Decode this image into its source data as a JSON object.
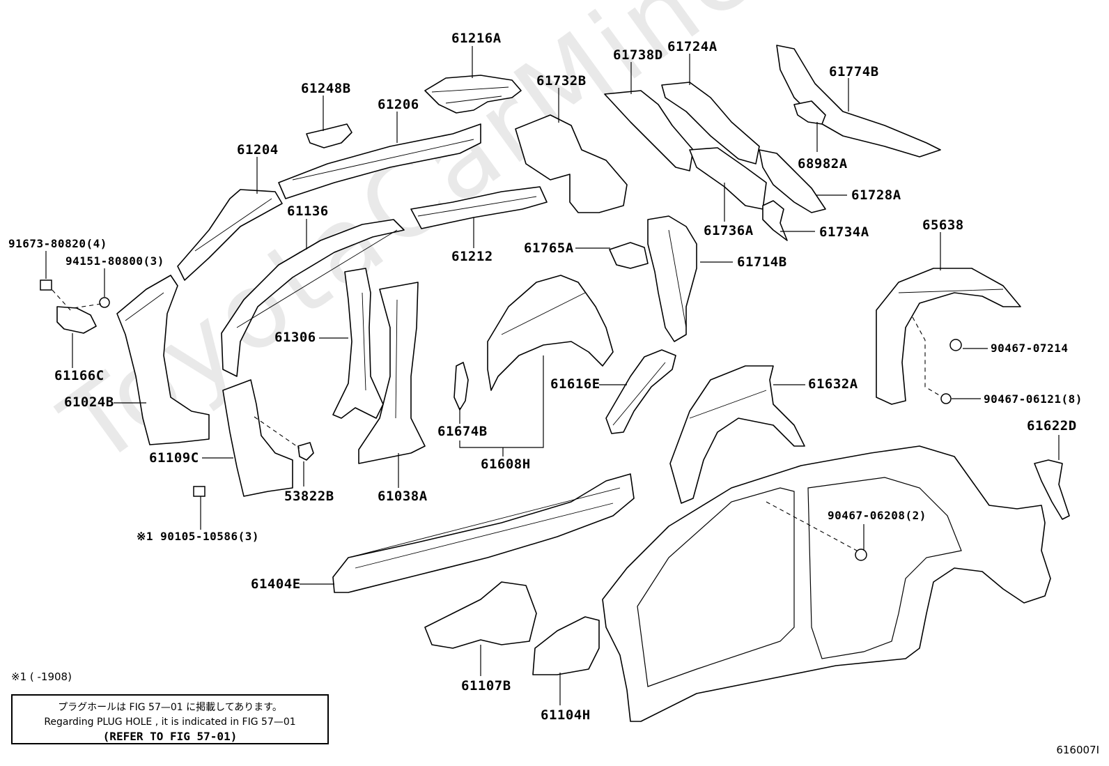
{
  "watermark": "ToyotaCarMine.ru",
  "figure_id": "616007I",
  "footnote": "※1 (        -1908)",
  "note": {
    "line_jp": "プラグホールは FIG 57—01 に掲載してあります。",
    "line_en": "Regarding  PLUG  HOLE , it is indicated in FIG  57—01",
    "line_ref": "(REFER TO FIG 57-01)"
  },
  "labels": {
    "p61216A": "61216A",
    "p61248B": "61248B",
    "p61206": "61206",
    "p61204": "61204",
    "p61732B": "61732B",
    "p61738D": "61738D",
    "p61724A": "61724A",
    "p61774B": "61774B",
    "p68982A": "68982A",
    "p61728A": "61728A",
    "p61736A": "61736A",
    "p61734A": "61734A",
    "p65638": "65638",
    "p91673": "91673-80820(4)",
    "p94151": "94151-80800(3)",
    "p61136": "61136",
    "p61212": "61212",
    "p61765A": "61765A",
    "p61714B": "61714B",
    "p90467_07214": "90467-07214",
    "p90467_06121": "90467-06121(8)",
    "p61166C": "61166C",
    "p61306": "61306",
    "p61616E": "61616E",
    "p61632A": "61632A",
    "p61622D": "61622D",
    "p61024B": "61024B",
    "p61674B": "61674B",
    "p61608H": "61608H",
    "p61109C": "61109C",
    "p53822B": "53822B",
    "p61038A": "61038A",
    "p90467_06208": "90467-06208(2)",
    "p90105": "※1 90105-10586(3)",
    "p61404E": "61404E",
    "p61107B": "61107B",
    "p61104H": "61104H"
  }
}
